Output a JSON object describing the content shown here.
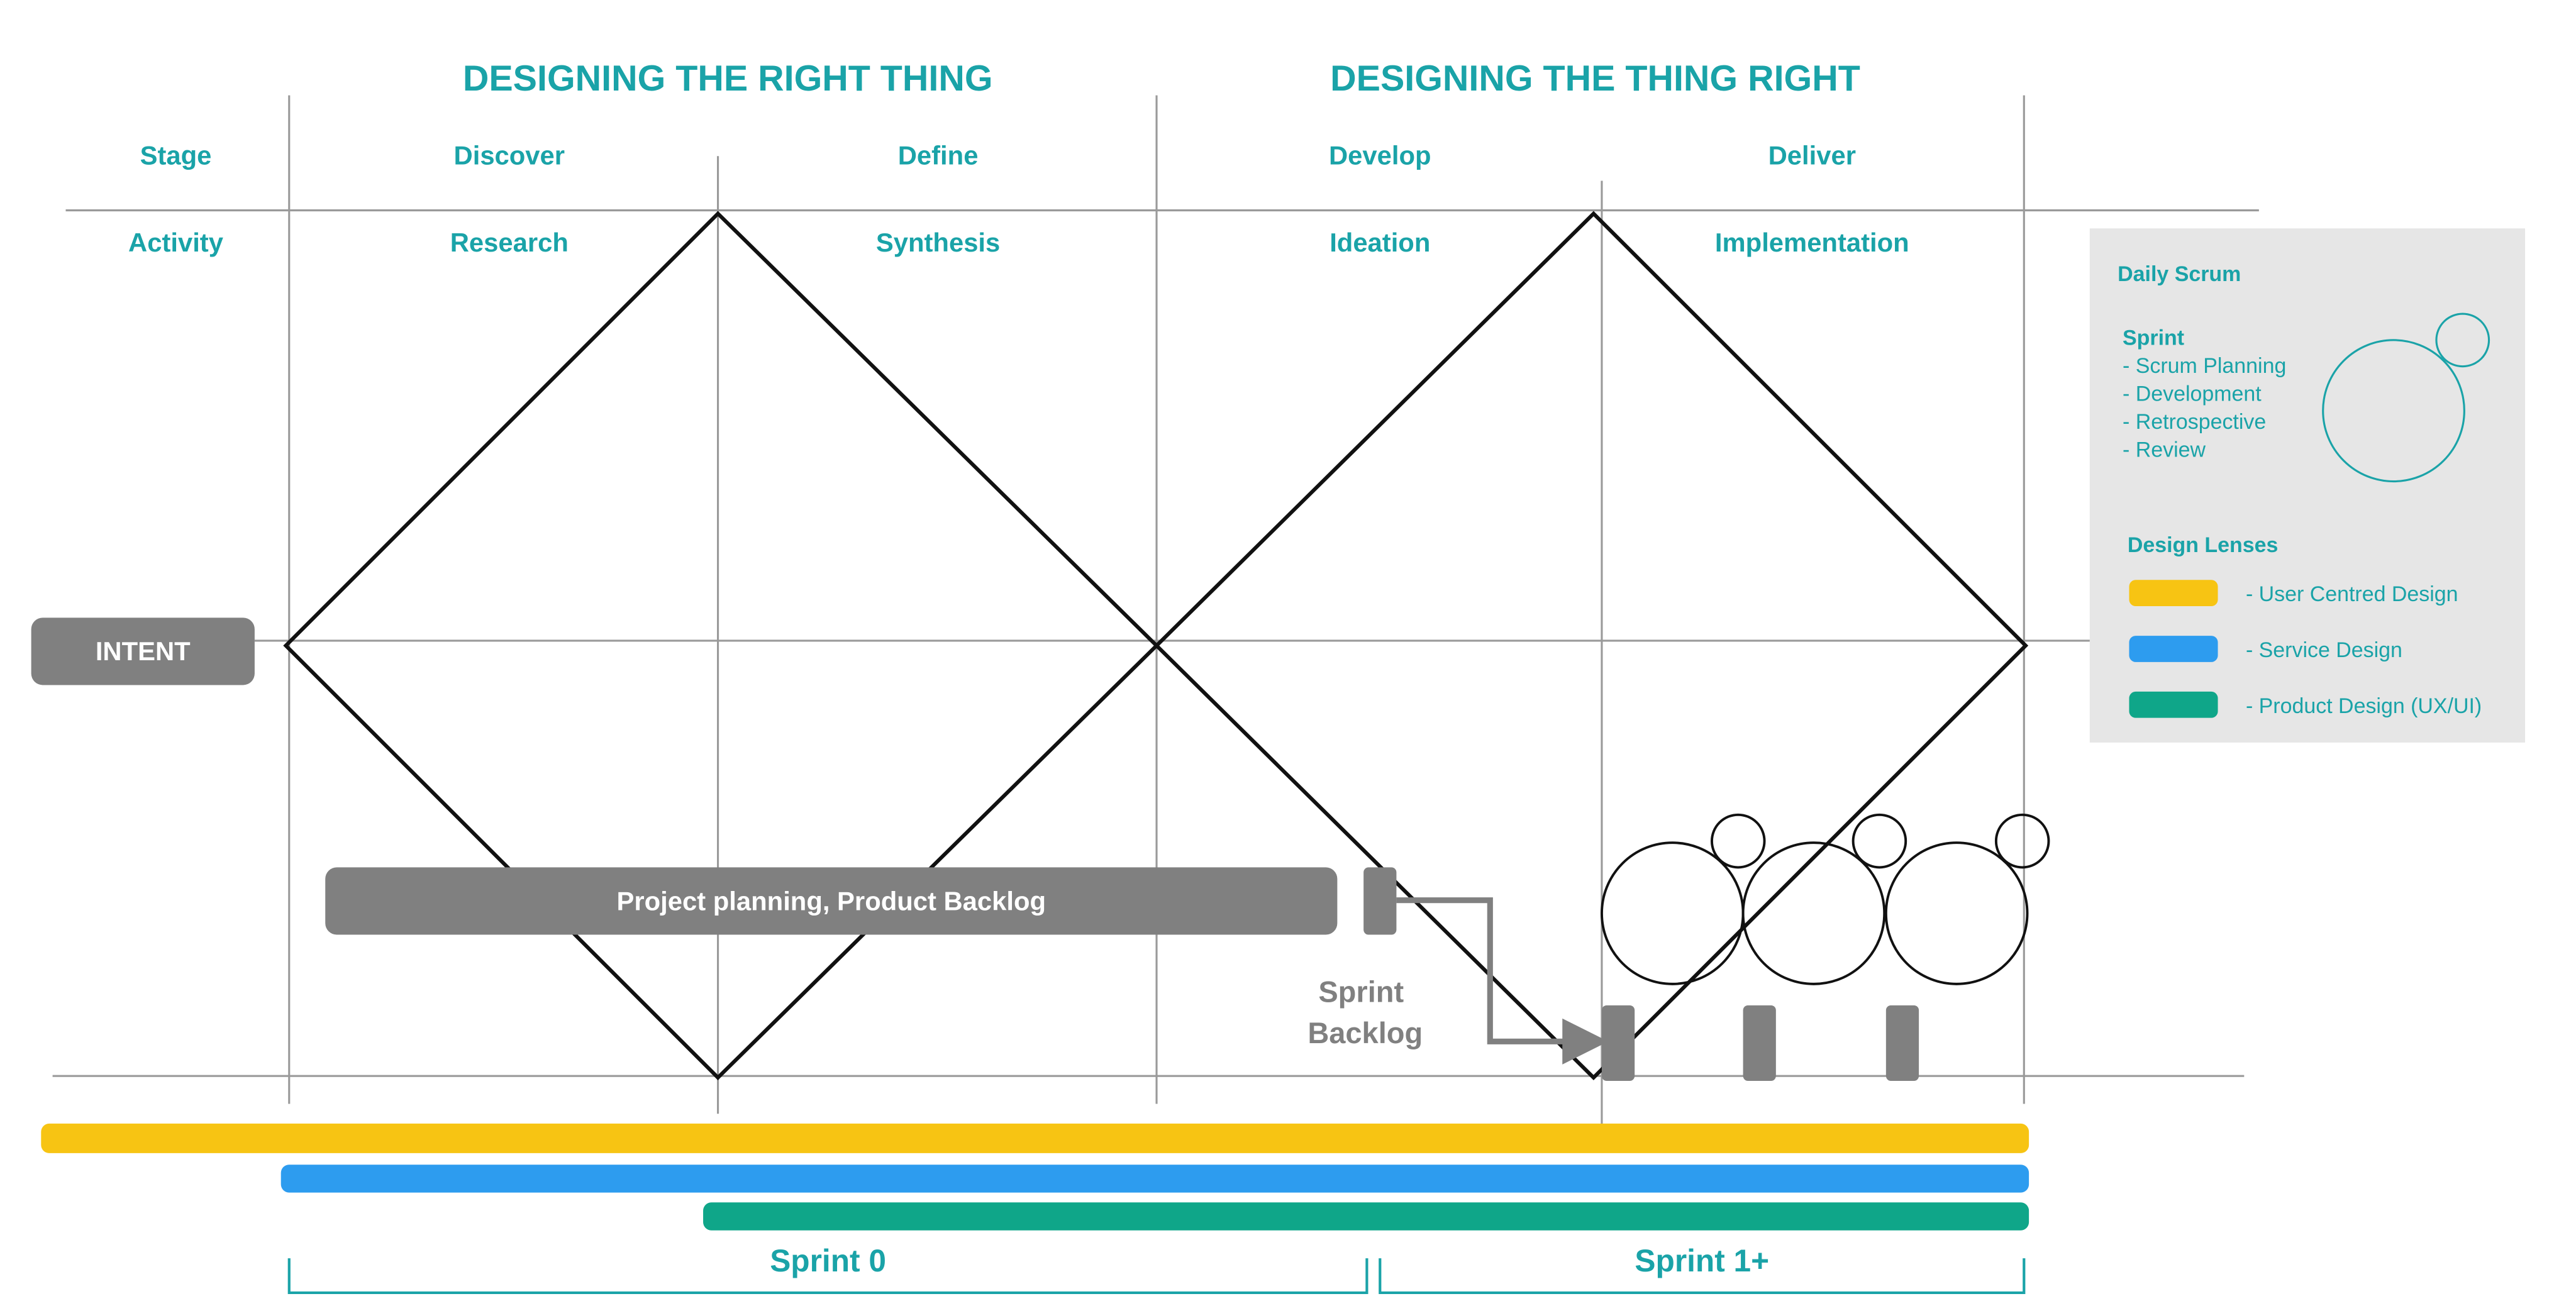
{
  "headings": {
    "left": "DESIGNING THE RIGHT THING",
    "right": "DESIGNING THE THING RIGHT"
  },
  "rows": {
    "stage": {
      "label": "Stage",
      "items": [
        "Discover",
        "Define",
        "Develop",
        "Deliver"
      ]
    },
    "activity": {
      "label": "Activity",
      "items": [
        "Research",
        "Synthesis",
        "Ideation",
        "Implementation"
      ]
    }
  },
  "intent_label": "INTENT",
  "project_bar_label": "Project planning, Product Backlog",
  "sprint_backlog_label": [
    "Sprint",
    "Backlog"
  ],
  "legend": {
    "daily_scrum": "Daily Scrum",
    "sprint_title": "Sprint",
    "sprint_items": [
      "- Scrum Planning",
      "- Development",
      "- Retrospective",
      "- Review"
    ],
    "lenses_title": "Design Lenses",
    "lenses": [
      {
        "label": "- User Centred Design",
        "color": "#f7c413"
      },
      {
        "label": "- Service Design",
        "color": "#2d9cef"
      },
      {
        "label": "- Product Design (UX/UI)",
        "color": "#0fa689"
      }
    ]
  },
  "sprints": {
    "sprint0": "Sprint 0",
    "sprint1": "Sprint 1+"
  },
  "colors": {
    "teal": "#1aa3a8",
    "gray_box": "#808080",
    "legend_bg": "#e6e6e6"
  }
}
